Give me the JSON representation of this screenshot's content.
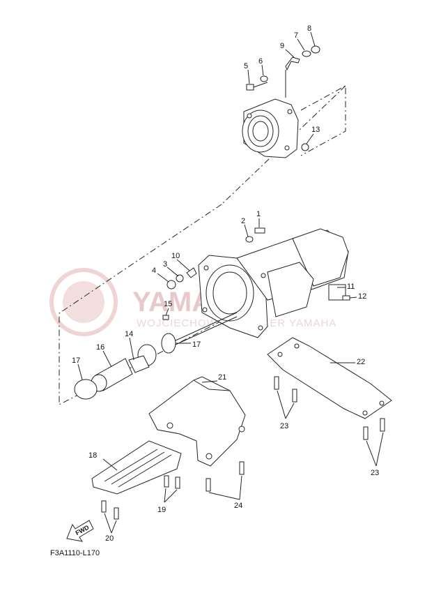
{
  "watermark": {
    "brand": "YAMAHA",
    "dealer": "WOJCIECHOWSKI DEALER YAMAHA"
  },
  "diagram_code": "F3A1110-L170",
  "fwd_label": "FWD",
  "callouts": [
    "1",
    "2",
    "3",
    "4",
    "5",
    "6",
    "7",
    "8",
    "9",
    "10",
    "11",
    "12",
    "13",
    "14",
    "15",
    "16",
    "17",
    "17",
    "18",
    "19",
    "20",
    "21",
    "22",
    "23",
    "23",
    "24"
  ],
  "colors": {
    "line": "#222222",
    "watermark": "#e7c9c9",
    "background": "#ffffff"
  }
}
